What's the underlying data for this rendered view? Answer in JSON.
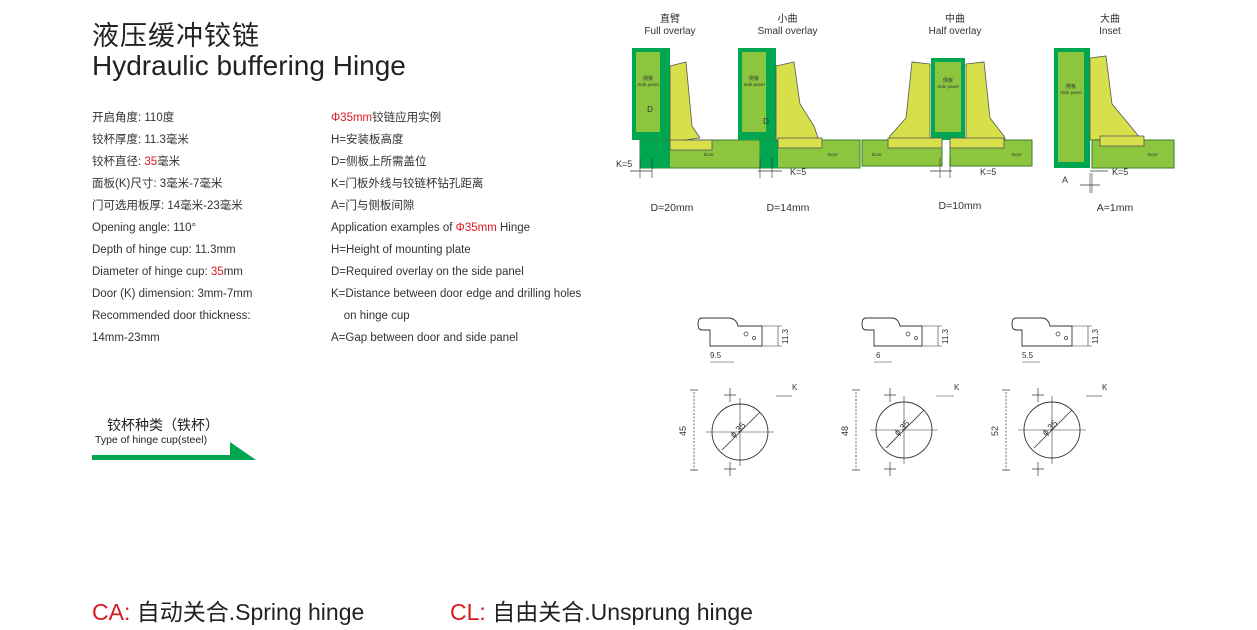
{
  "title": {
    "cn": "液压缓冲铰链",
    "en": "Hydraulic buffering Hinge"
  },
  "specs_left": [
    {
      "pre": "开启角度: 110度",
      "red": "",
      "post": ""
    },
    {
      "pre": "铰杯厚度: 11.3毫米",
      "red": "",
      "post": ""
    },
    {
      "pre": "铰杯直径: ",
      "red": "35",
      "post": "毫米"
    },
    {
      "pre": "面板(K)尺寸: 3毫米-7毫米",
      "red": "",
      "post": ""
    },
    {
      "pre": "门可选用板厚: 14毫米-23毫米",
      "red": "",
      "post": ""
    },
    {
      "pre": "Opening angle: 110°",
      "red": "",
      "post": ""
    },
    {
      "pre": "Depth of hinge cup: 11.3mm",
      "red": "",
      "post": ""
    },
    {
      "pre": "Diameter of hinge cup: ",
      "red": "35",
      "post": "mm"
    },
    {
      "pre": "Door (K) dimension: 3mm-7mm",
      "red": "",
      "post": ""
    },
    {
      "pre": "Recommended door thickness:",
      "red": "",
      "post": ""
    },
    {
      "pre": "14mm-23mm",
      "red": "",
      "post": ""
    }
  ],
  "specs_right": [
    {
      "pre": "",
      "red": "Φ35mm",
      "post": "铰链应用实例"
    },
    {
      "pre": "H=安装板高度",
      "red": "",
      "post": ""
    },
    {
      "pre": "D=侧板上所需盖位",
      "red": "",
      "post": ""
    },
    {
      "pre": "K=门板外线与铰链杯钻孔距离",
      "red": "",
      "post": ""
    },
    {
      "pre": "A=门与侧板间隙",
      "red": "",
      "post": ""
    },
    {
      "pre": "Application examples of ",
      "red": "Φ35mm",
      "post": " Hinge"
    },
    {
      "pre": "H=Height of mounting plate",
      "red": "",
      "post": ""
    },
    {
      "pre": "D=Required overlay on the side panel",
      "red": "",
      "post": ""
    },
    {
      "pre": "K=Distance between door edge and drilling holes",
      "red": "",
      "post": ""
    },
    {
      "pre": "    on hinge cup",
      "red": "",
      "post": ""
    },
    {
      "pre": "A=Gap between door and side panel",
      "red": "",
      "post": ""
    }
  ],
  "cup_type": {
    "cn": "铰杯种类（铁杯）",
    "en": "Type of hinge cup(steel)"
  },
  "overlays": [
    {
      "cn": "直臂",
      "en": "Full overlay",
      "value": "D=20mm",
      "k": "K=5",
      "a": ""
    },
    {
      "cn": "小曲",
      "en": "Small overlay",
      "value": "D=14mm",
      "k": "K=5",
      "a": ""
    },
    {
      "cn": "中曲",
      "en": "Half overlay",
      "value": "D=10mm",
      "k": "K=5",
      "a": ""
    },
    {
      "cn": "大曲",
      "en": "Inset",
      "value": "A=1mm",
      "k": "K=5",
      "a": "A"
    }
  ],
  "diagram_labels": {
    "side_panel_cn": "侧板",
    "side_panel_en": "Side panel",
    "door_cn": "门",
    "door_en": "Door",
    "d": "D"
  },
  "cups": [
    {
      "offset": "9.5",
      "depth": "11.3",
      "height": "45",
      "diameter": "35",
      "k": "K"
    },
    {
      "offset": "6",
      "depth": "11.3",
      "height": "48",
      "diameter": "35",
      "k": "K"
    },
    {
      "offset": "5.5",
      "depth": "11.3",
      "height": "52",
      "diameter": "35",
      "k": "K"
    }
  ],
  "footer": {
    "ca_code": "CA:",
    "ca_cn": "自动关合",
    "ca_en": ".Spring hinge",
    "cl_code": "CL:",
    "cl_cn": "自由关合",
    "cl_en": ".Unsprung hinge"
  },
  "colors": {
    "accent_red": "#d71920",
    "green_dark": "#00a650",
    "green_light": "#8cc63f",
    "hinge_yellow": "#d7e04a"
  }
}
